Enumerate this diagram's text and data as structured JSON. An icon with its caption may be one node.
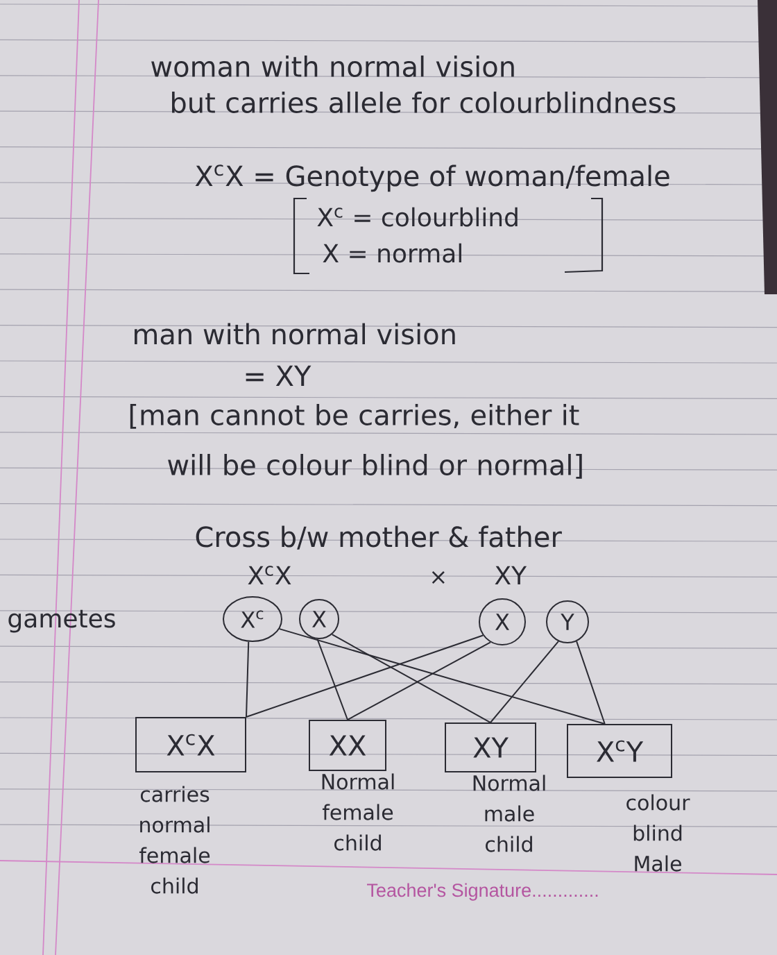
{
  "diagram": {
    "nodes": [
      {
        "text": [
          "X$^{c}$"
        ]
      },
      {
        "text": [
          "X"
        ]
      },
      {
        "text": [
          "X"
        ]
      },
      {
        "text": [
          "Y"
        ]
      },
      {
        "text": [
          "X$^{c}$X"
        ],
        "beside": [
          "carries normal female child"
        ]
      },
      {
        "text": [
          "XX"
        ],
        "beside": [
          "Normal female child"
        ]
      },
      {
        "text": [
          "XY"
        ],
        "beside": [
          "Normal male child"
        ]
      },
      {
        "text": [
          "X$^{c}$Y"
        ],
        "beside": [
          "colour blind Male"
        ]
      }
    ],
    "edges": [
      {
        "from": 0,
        "to": 4,
        "arrow": "none"
      },
      {
        "from": 0,
        "to": 7,
        "arrow": "none"
      },
      {
        "from": 1,
        "to": 5,
        "arrow": "none"
      },
      {
        "from": 1,
        "to": 6,
        "arrow": "none"
      },
      {
        "from": 2,
        "to": 4,
        "arrow": "none"
      },
      {
        "from": 2,
        "to": 5,
        "arrow": "none"
      },
      {
        "from": 3,
        "to": 6,
        "arrow": "none"
      },
      {
        "from": 3,
        "to": 7,
        "arrow": "none"
      }
    ],
    "labels": [
      "woman with normal vision but carries allele for colourblindness",
      "X$^{c}$X = Genotype of woman/female",
      "X$^{c}$ = colourblind",
      "X = normal",
      "man with normal vision",
      "= XY",
      "[man cannot be carries, either it will be colour blind or normal]",
      "Cross b/w mother & father",
      "X$^{c}$X",
      "×",
      "XY",
      "gametes",
      "Teacher's Signature............."
    ]
  }
}
